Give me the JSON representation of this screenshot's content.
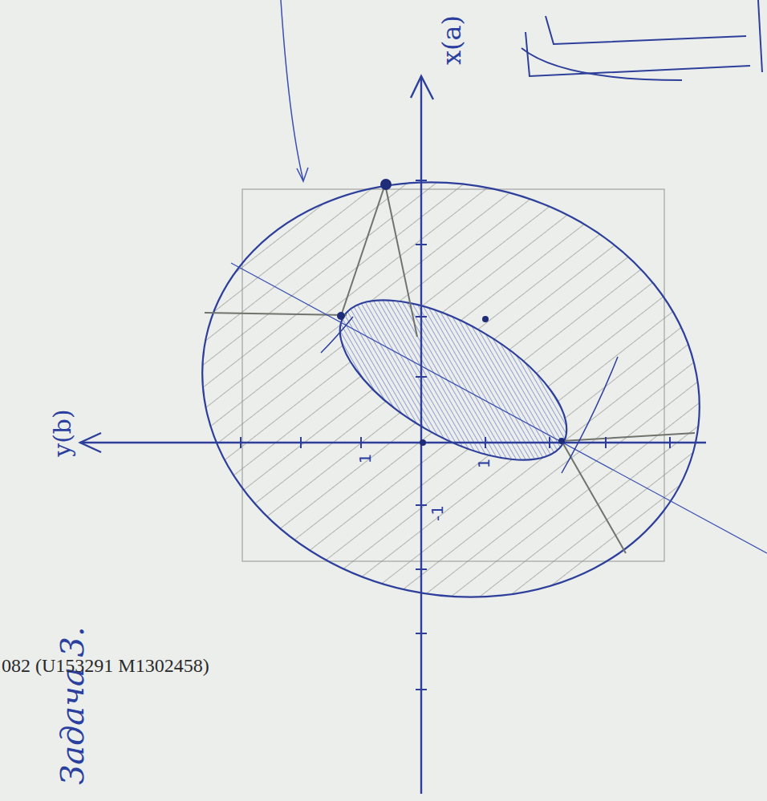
{
  "diagram": {
    "labels": [
      "x(a)",
      "y(b)",
      "1",
      "1",
      "-1",
      "Задача 3.",
      "082 (U153291 M1302458)"
    ]
  }
}
